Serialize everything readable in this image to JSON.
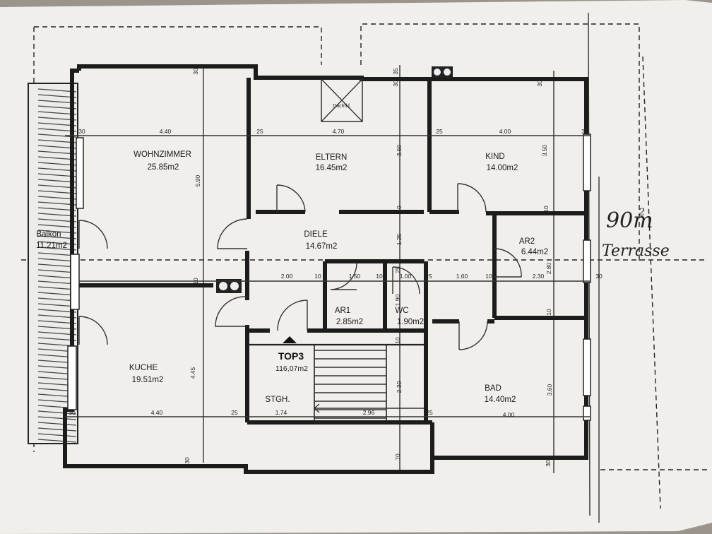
{
  "rooms": {
    "wohnzimmer": {
      "name": "WOHNZIMMER",
      "area": "25.85m2"
    },
    "eltern": {
      "name": "ELTERN",
      "area": "16.45m2"
    },
    "kind": {
      "name": "KIND",
      "area": "14.00m2"
    },
    "balkon": {
      "name": "Balkon",
      "area": "11.21m2"
    },
    "diele": {
      "name": "DIELE",
      "area": "14.67m2"
    },
    "ar2": {
      "name": "AR2",
      "area": "6.44m2"
    },
    "ar1": {
      "name": "AR1",
      "area": "2.85m2"
    },
    "wc": {
      "name": "WC",
      "area": "1.90m2"
    },
    "kuche": {
      "name": "KUCHE",
      "area": "19.51m2"
    },
    "bad": {
      "name": "BAD",
      "area": "14.40m2"
    },
    "stgh": {
      "name": "STGH."
    }
  },
  "unit": {
    "label": "TOP3",
    "area": "116,07m2"
  },
  "skylight_label": "Dachfl.f.",
  "handwritten": {
    "area": "90m",
    "sup": "2",
    "label": "Terrasse"
  },
  "dimensions": {
    "d30_top_left": "30",
    "d30_top_mid": "30",
    "d35": "35",
    "d30_top_right": "30",
    "d30_left": "30",
    "d440_top": "4.40",
    "d25_a": "25",
    "d470": "4.70",
    "d25_b": "25",
    "d400_top": "4.00",
    "d30_right": "30",
    "d590": "5.90",
    "d350_a": "3.50",
    "d350_b": "3.50",
    "d10_a": "10",
    "d10_b": "10",
    "d125": "1.25",
    "d280": "2.80",
    "d200": "2.00",
    "d10_c": "10",
    "d150": "1.50",
    "d10_d": "10",
    "d100": "1.00",
    "d25_c": "25",
    "d160": "1.60",
    "d10_e": "10",
    "d230_h": "2.30",
    "d30_r2": "30",
    "d10_f": "10",
    "d190": "1.90",
    "d10_g": "10",
    "d10_h": "10",
    "d25_d": "25",
    "d445": "4.45",
    "d230_v": "2.30",
    "d360": "3.60",
    "d30_bl": "30",
    "d440_bot": "4.40",
    "d25_e": "25",
    "d174": "1.74",
    "d296": "2.96",
    "d25_f": "25",
    "d400_bot": "4.00",
    "d30_bottom_left": "30",
    "d70": "70",
    "d30_bottom_right": "30"
  }
}
